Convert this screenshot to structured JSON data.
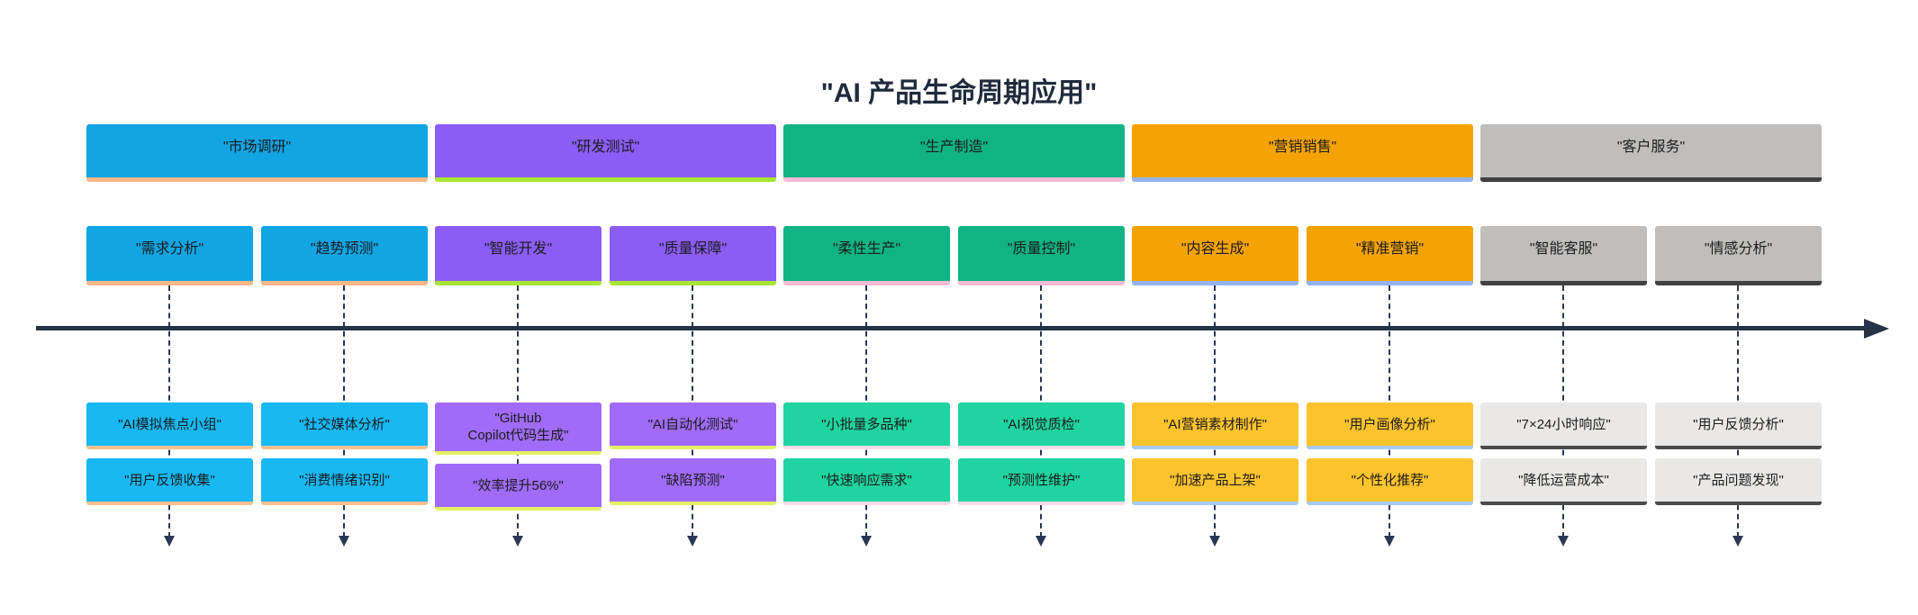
{
  "title": "\"AI 产品生命周期应用\"",
  "timeline": {
    "axis_color": "#263247",
    "connector_color": "#2a3655"
  },
  "phases": [
    {
      "section": "\"市场调研\"",
      "colors": {
        "section_bg": "#11a5e4",
        "section_stripe": "#fab887",
        "event_bg": "#17b8f4",
        "event_stripe": "#fbc08e"
      },
      "tasks": [
        {
          "label": "\"需求分析\"",
          "events": [
            "\"AI模拟焦点小组\"",
            "\"用户反馈收集\""
          ]
        },
        {
          "label": "\"趋势预测\"",
          "events": [
            "\"社交媒体分析\"",
            "\"消费情绪识别\""
          ]
        }
      ]
    },
    {
      "section": "\"研发测试\"",
      "colors": {
        "section_bg": "#8b5cf6",
        "section_stripe": "#a6e635",
        "event_bg": "#9f6bf8",
        "event_stripe": "#e3f162"
      },
      "tasks": [
        {
          "label": "\"智能开发\"",
          "events": [
            "\"GitHub\nCopilot代码生成\"",
            "\"效率提升56%\""
          ]
        },
        {
          "label": "\"质量保障\"",
          "events": [
            "\"AI自动化测试\"",
            "\"缺陷预测\""
          ]
        }
      ]
    },
    {
      "section": "\"生产制造\"",
      "colors": {
        "section_bg": "#10b482",
        "section_stripe": "#f6bbd5",
        "event_bg": "#1fd4a0",
        "event_stripe": "#fad9e9"
      },
      "tasks": [
        {
          "label": "\"柔性生产\"",
          "events": [
            "\"小批量多品种\"",
            "\"快速响应需求\""
          ]
        },
        {
          "label": "\"质量控制\"",
          "events": [
            "\"AI视觉质检\"",
            "\"预测性维护\""
          ]
        }
      ]
    },
    {
      "section": "\"营销销售\"",
      "colors": {
        "section_bg": "#f5a302",
        "section_stripe": "#94b3ed",
        "event_bg": "#fcc32d",
        "event_stripe": "#a6cbf7"
      },
      "tasks": [
        {
          "label": "\"内容生成\"",
          "events": [
            "\"AI营销素材制作\"",
            "\"加速产品上架\""
          ]
        },
        {
          "label": "\"精准营销\"",
          "events": [
            "\"用户画像分析\"",
            "\"个性化推荐\""
          ]
        }
      ]
    },
    {
      "section": "\"客户服务\"",
      "colors": {
        "section_bg": "#bfbebd",
        "section_stripe": "#414141",
        "event_bg": "#e9e8e7",
        "event_stripe": "#4a4a4a"
      },
      "tasks": [
        {
          "label": "\"智能客服\"",
          "events": [
            "\"7×24小时响应\"",
            "\"降低运营成本\""
          ]
        },
        {
          "label": "\"情感分析\"",
          "events": [
            "\"用户反馈分析\"",
            "\"产品问题发现\""
          ]
        }
      ]
    }
  ]
}
